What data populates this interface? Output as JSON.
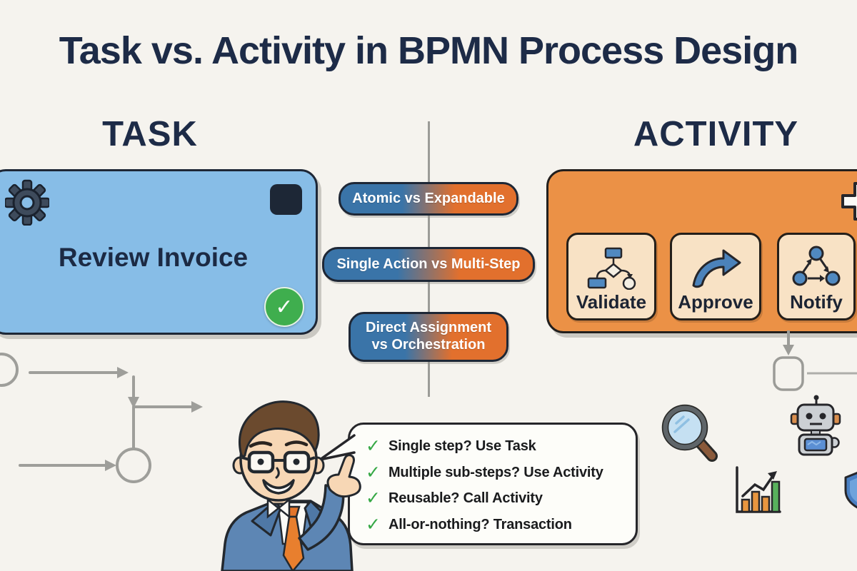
{
  "title": "Task vs. Activity in BPMN Process Design",
  "glyphs": {
    "check": "✓"
  },
  "colors": {
    "background": "#f5f3ee",
    "heading_navy": "#1d2b47",
    "outline_dark": "#23282e",
    "task_blue": "#87bde7",
    "activity_orange": "#eb9146",
    "subbox_cream": "#f8e2c5",
    "pill_blue": "#3a74a8",
    "pill_orange": "#e2702d",
    "green_check": "#3fae4e",
    "sketch_gray": "#9b9b97",
    "suit_blue": "#5d86b4",
    "tie_orange": "#e87f2e"
  },
  "task": {
    "heading": "TASK",
    "node_label": "Review Invoice",
    "icons": [
      "gear-icon",
      "task-marker-square-icon",
      "check-circle-icon"
    ]
  },
  "comparison_pills": [
    {
      "label": "Atomic vs Expandable"
    },
    {
      "label": "Single Action vs Multi-Step"
    },
    {
      "line1": "Direct Assignment",
      "line2": "vs Orchestration"
    }
  ],
  "activity": {
    "heading": "ACTIVITY",
    "expand_icon": "plus-icon",
    "items": [
      {
        "label": "Validate",
        "icon": "flowchart-icon"
      },
      {
        "label": "Approve",
        "icon": "curved-arrow-icon"
      },
      {
        "label": "Notify",
        "icon": "network-icon"
      }
    ]
  },
  "speech_bubble": {
    "items": [
      "Single step? Use Task",
      "Multiple sub-steps? Use Activity",
      "Reusable? Call Activity",
      "All-or-nothing? Transaction"
    ]
  },
  "decorative_icons": [
    "flowchart-sketch",
    "magnifying-glass-icon",
    "robot-icon",
    "bar-chart-icon",
    "shield-icon",
    "presenter-character"
  ]
}
